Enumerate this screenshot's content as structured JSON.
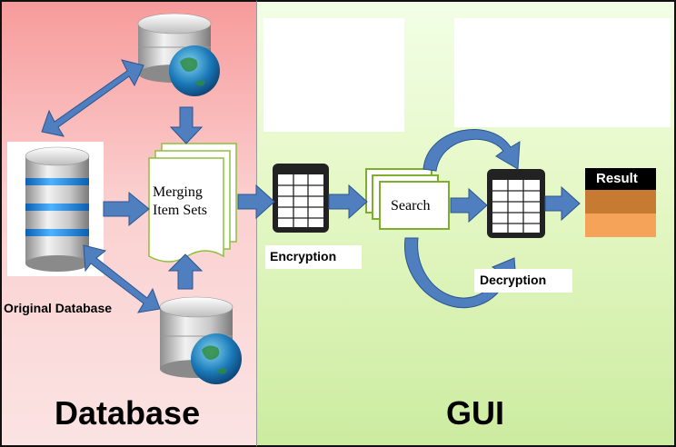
{
  "panels": {
    "database": {
      "title": "Database"
    },
    "gui": {
      "title": "GUI"
    }
  },
  "nodes": {
    "original_database": "Original Database",
    "merging_item_sets": [
      "Merging",
      "Item Sets"
    ],
    "encryption": "Encryption",
    "search": "Search",
    "decryption": "Decryption",
    "result": "Result"
  },
  "colors": {
    "database_panel": "#f79b9b",
    "gui_panel": "#e6f8c8",
    "arrow": "#4f7fbf",
    "result_header": "#000000",
    "result_row1": "#c77a32",
    "result_row2": "#f6a35a"
  }
}
